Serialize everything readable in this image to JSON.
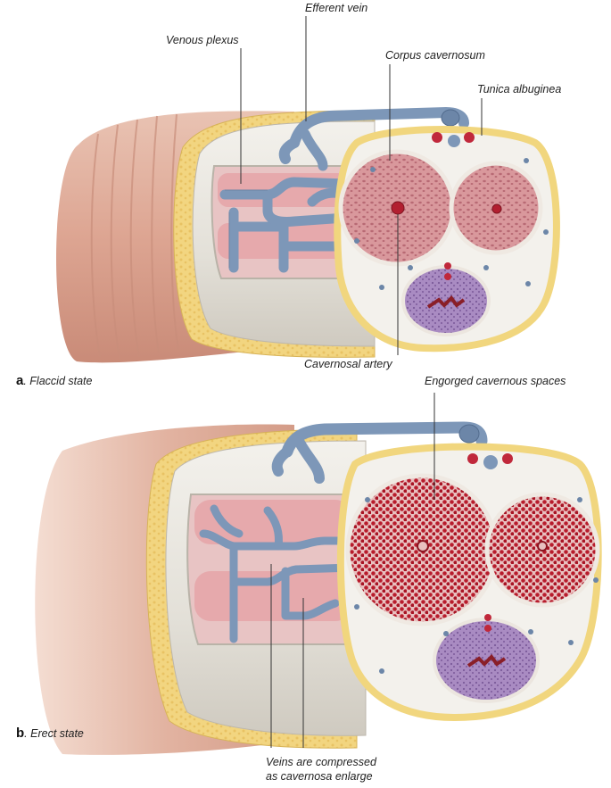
{
  "panels": {
    "a": {
      "letter": "a",
      "state": "Flaccid state"
    },
    "b": {
      "letter": "b",
      "state": "Erect state"
    }
  },
  "labels": {
    "efferent_vein": "Efferent vein",
    "venous_plexus": "Venous plexus",
    "corpus_cavernosum": "Corpus cavernosum",
    "tunica_albuginea": "Tunica albuginea",
    "cavernosal_artery": "Cavernosal artery",
    "engorged_spaces": "Engorged cavernous spaces",
    "veins_compressed_line1": "Veins are compressed",
    "veins_compressed_line2": "as cavernosa enlarge"
  },
  "colors": {
    "skin": "#e3b2a0",
    "fat": "#f1d67e",
    "tunica": "#f4f2ee",
    "vein": "#7d97b8",
    "corpus_flaccid": "#d99a9c",
    "corpus_erect": "#c52a3a",
    "spongiosum": "#9b7db4"
  }
}
